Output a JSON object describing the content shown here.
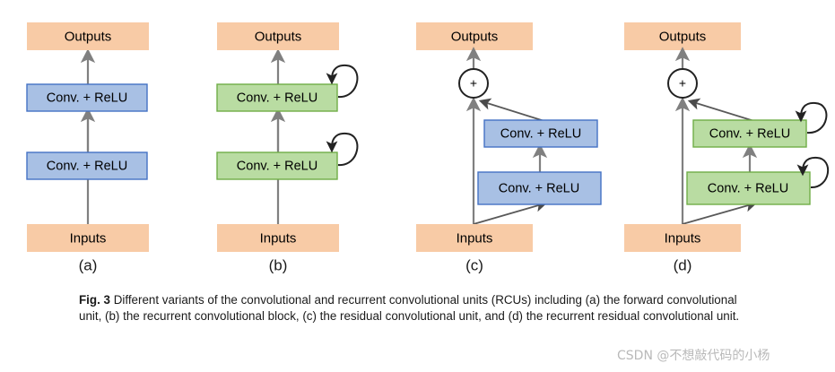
{
  "figure": {
    "caption_label": "Fig. 3",
    "caption_text": " Different variants of the convolutional and recurrent convolutional units (RCUs) including (a) the forward convolutional unit, (b) the recurrent convolutional block, (c) the residual convolutional unit, and (d) the recurrent residual convolutional unit.",
    "colors": {
      "io_fill": "#f8cba6",
      "conv_blue_fill": "#a8c0e4",
      "conv_blue_stroke": "#4472c4",
      "conv_green_fill": "#b9dca2",
      "conv_green_stroke": "#70ad47",
      "arrow_gray": "#808080",
      "skip_gray": "#595959",
      "loop_black": "#222222",
      "watermark_gray": "#b9b9b9"
    },
    "panels": [
      {
        "id": "a",
        "label": "(a)",
        "type": "forward convolutional unit",
        "output_label": "Outputs",
        "input_label": "Inputs",
        "conv_label_top": "Conv. + ReLU",
        "conv_label_bottom": "Conv. + ReLU",
        "has_residual": false,
        "has_recurrent_loops": false,
        "conv_color": "blue"
      },
      {
        "id": "b",
        "label": "(b)",
        "type": "recurrent convolutional block",
        "output_label": "Outputs",
        "input_label": "Inputs",
        "conv_label_top": "Conv. + ReLU",
        "conv_label_bottom": "Conv. + ReLU",
        "has_residual": false,
        "has_recurrent_loops": true,
        "conv_color": "green"
      },
      {
        "id": "c",
        "label": "(c)",
        "type": "residual convolutional unit",
        "output_label": "Outputs",
        "input_label": "Inputs",
        "conv_label_top": "Conv. + ReLU",
        "conv_label_bottom": "Conv. + ReLU",
        "sum_symbol": "+",
        "has_residual": true,
        "has_recurrent_loops": false,
        "conv_color": "blue"
      },
      {
        "id": "d",
        "label": "(d)",
        "type": "recurrent residual convolutional unit",
        "output_label": "Outputs",
        "input_label": "Inputs",
        "conv_label_top": "Conv. + ReLU",
        "conv_label_bottom": "Conv. + ReLU",
        "sum_symbol": "+",
        "has_residual": true,
        "has_recurrent_loops": true,
        "conv_color": "green"
      }
    ]
  },
  "watermark": {
    "text": "CSDN @不想敲代码的小杨"
  }
}
